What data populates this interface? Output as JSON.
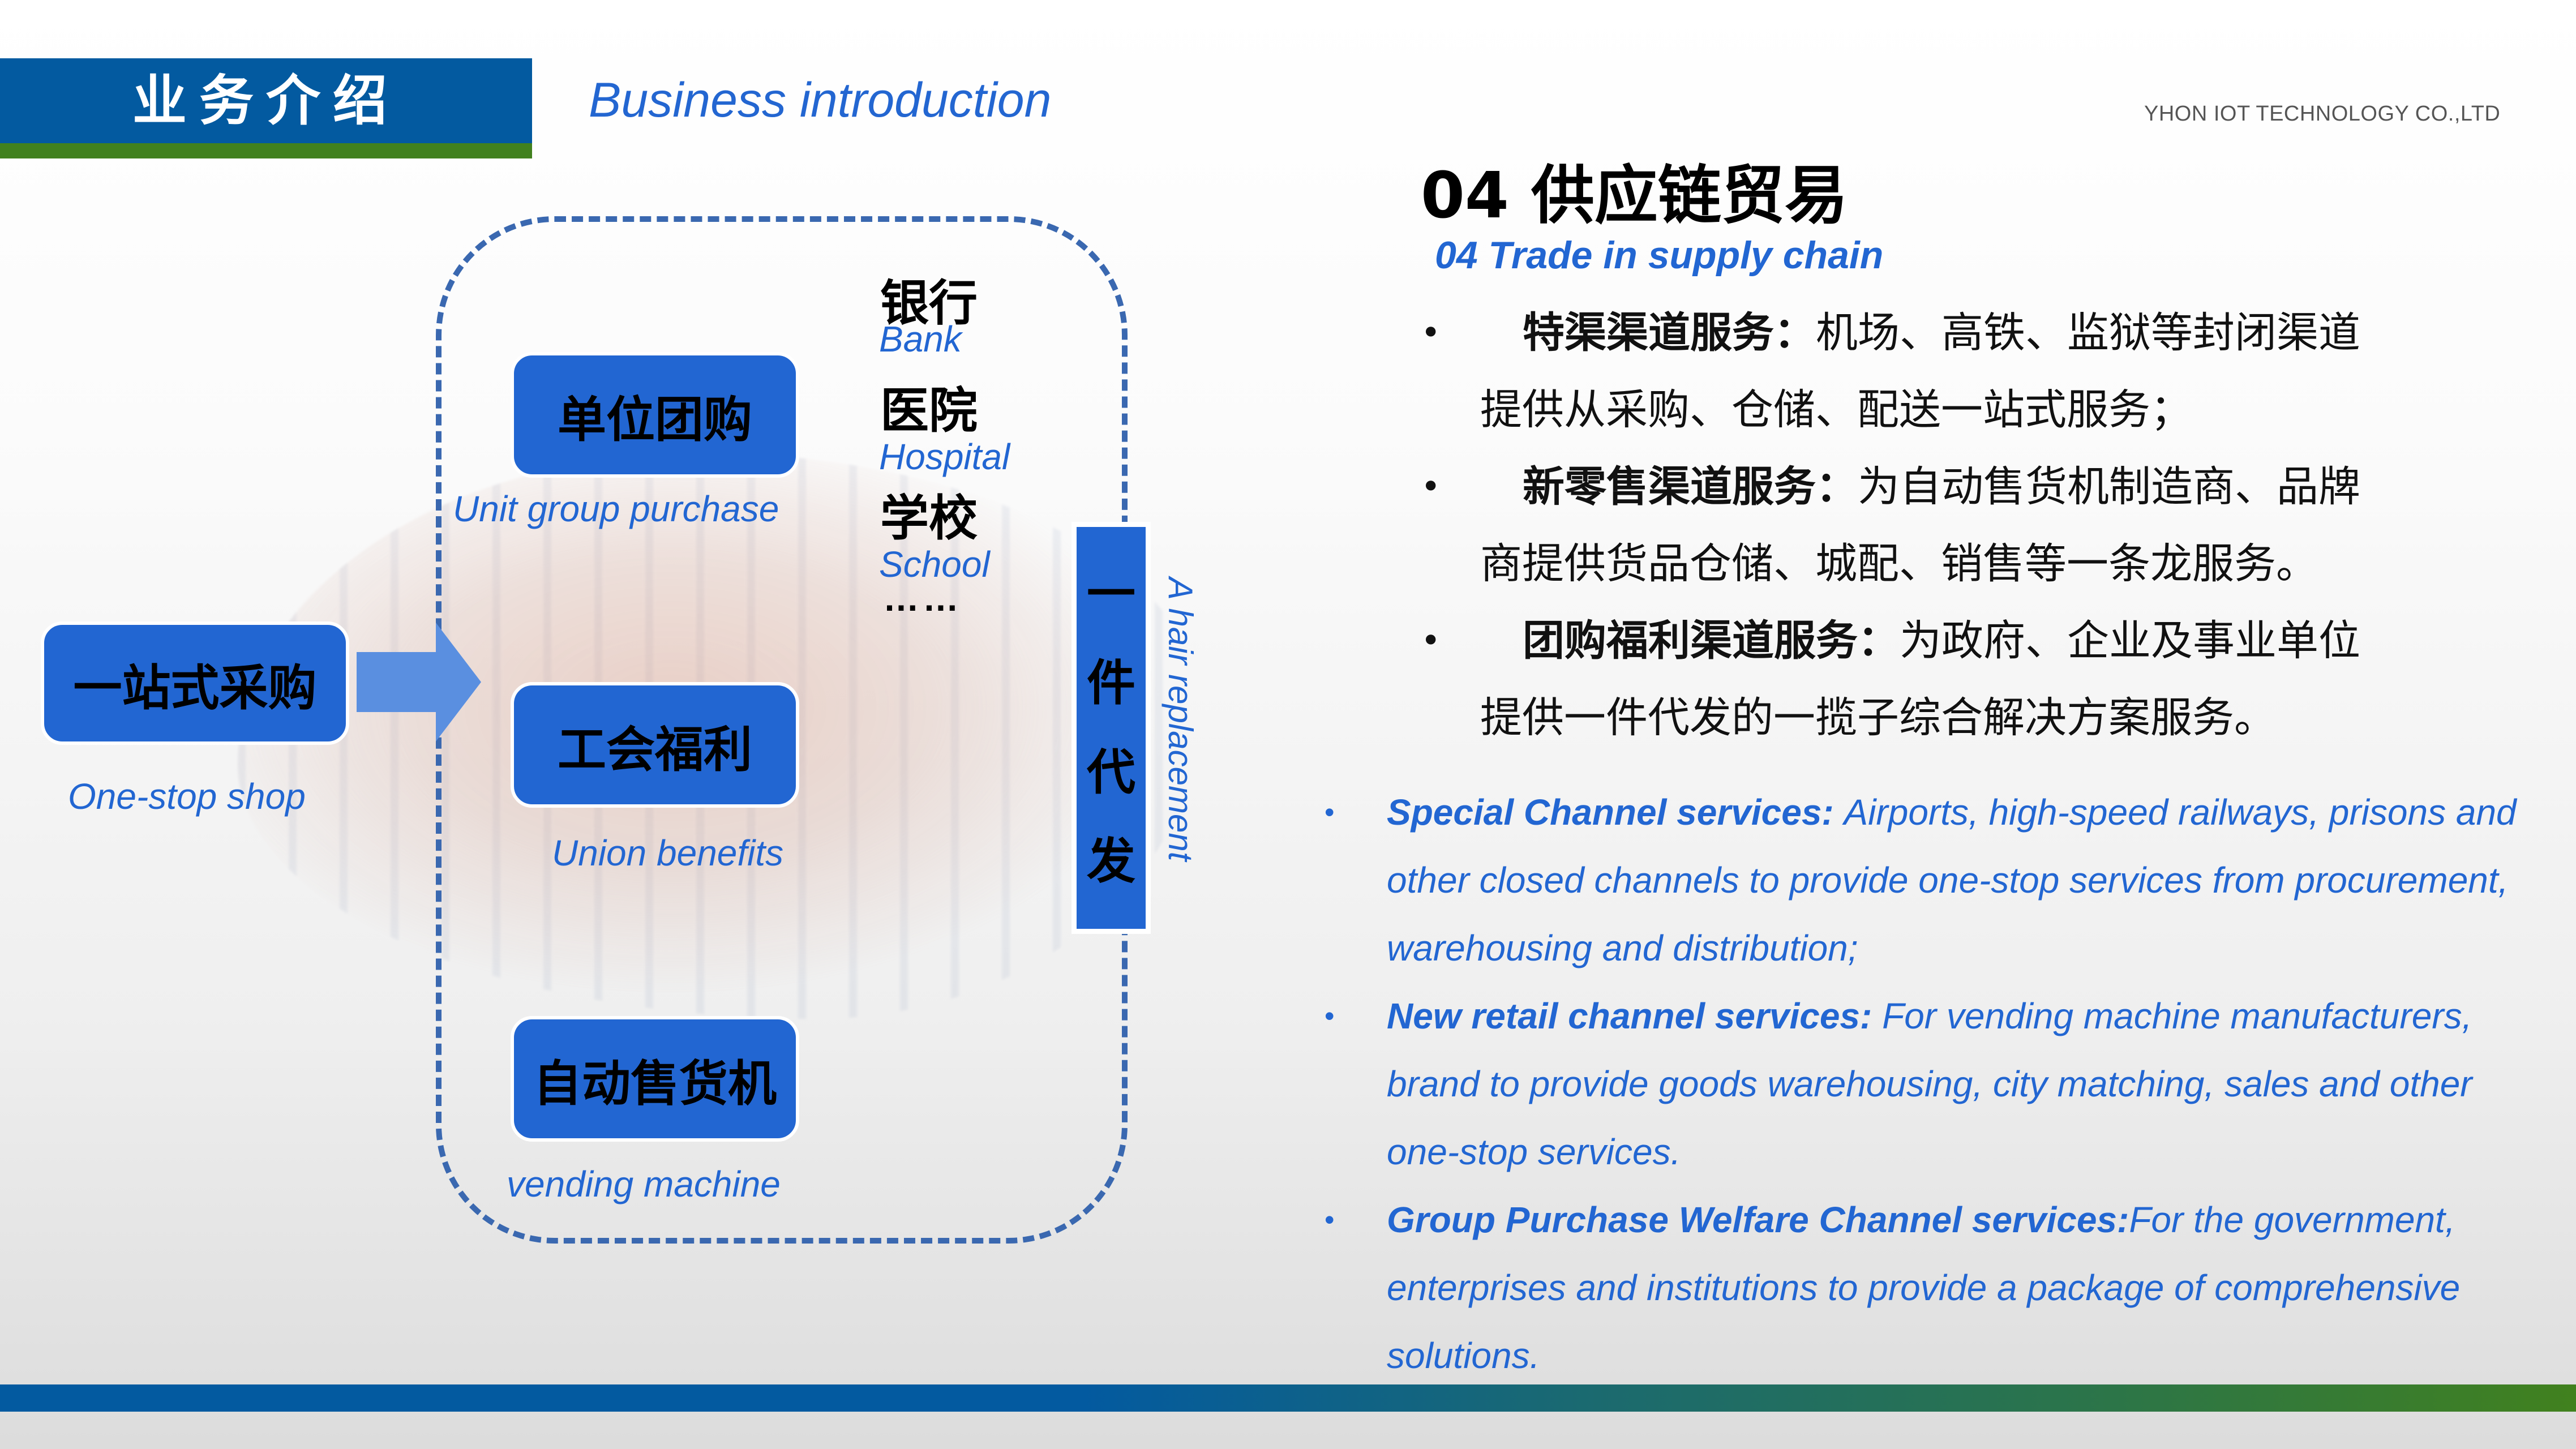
{
  "header": {
    "title_cn": "业务介绍",
    "title_en": "Business introduction",
    "company": "YHON IOT TECHNOLOGY CO.,LTD",
    "colors": {
      "bar_blue": "#035aa0",
      "bar_green": "#41811e",
      "accent_blue": "#2266d2"
    }
  },
  "diagram": {
    "onestop": {
      "label": "一站式采购",
      "caption": "One-stop shop"
    },
    "arrow_icon": "arrow-right-icon",
    "channels": [
      {
        "label": "单位团购",
        "caption": "Unit group purchase"
      },
      {
        "label": "工会福利",
        "caption": "Union benefits"
      },
      {
        "label": "自动售货机",
        "caption": "vending machine"
      }
    ],
    "institutions": [
      {
        "cn": "银行",
        "en": "Bank"
      },
      {
        "cn": "医院",
        "en": "Hospital"
      },
      {
        "cn": "学校",
        "en": "School"
      }
    ],
    "ellipsis": "……",
    "dropship": {
      "chars": [
        "一",
        "件",
        "代",
        "发"
      ],
      "caption": "A hair replacement"
    }
  },
  "section": {
    "title": "04  供应链贸易",
    "subtitle": "04   Trade in supply chain",
    "cn_items": [
      {
        "bullet": "•",
        "bold": "特渠渠道服务：",
        "line1": "机场、高铁、监狱等封闭渠道",
        "line2": "提供从采购、仓储、配送一站式服务；"
      },
      {
        "bullet": "•",
        "bold": "新零售渠道服务：",
        "line1": "为自动售货机制造商、品牌",
        "line2": "商提供货品仓储、城配、销售等一条龙服务。"
      },
      {
        "bullet": "•",
        "bold": "团购福利渠道服务：",
        "line1": "为政府、企业及事业单位",
        "line2": "提供一件代发的一揽子综合解决方案服务。"
      }
    ],
    "en_items": [
      {
        "bullet": "•",
        "bold": "Special Channel services: ",
        "text": "Airports, high-speed railways, prisons and other closed channels to provide one-stop services from procurement, warehousing and distribution;"
      },
      {
        "bullet": "•",
        "bold": "New retail channel services: ",
        "text": "For vending machine manufacturers, brand to provide goods warehousing, city matching, sales and other one-stop services."
      },
      {
        "bullet": "•",
        "bold": "Group Purchase Welfare Channel services:",
        "text": "For the government, enterprises and institutions to provide a package of comprehensive solutions."
      }
    ]
  }
}
